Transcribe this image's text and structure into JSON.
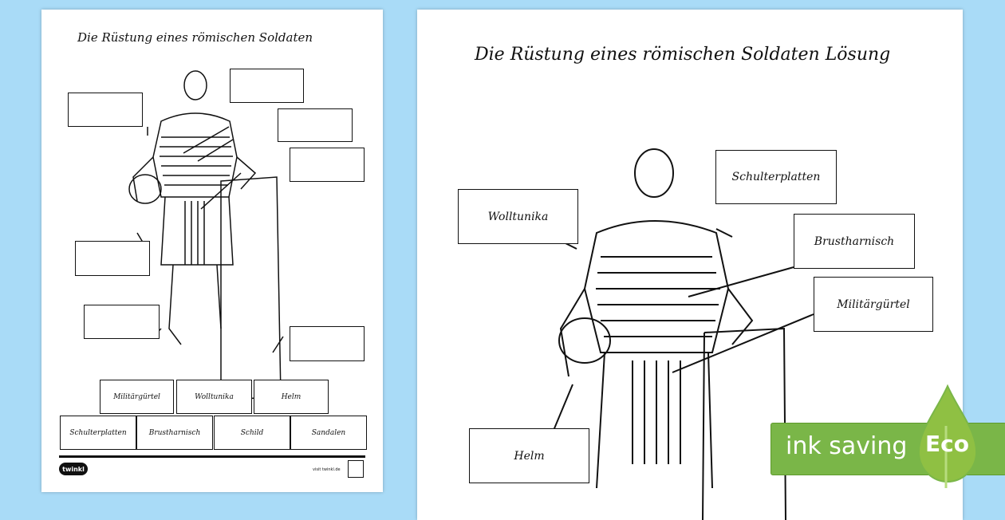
{
  "worksheet": {
    "title": "Die Rüstung eines römischen Soldaten",
    "word_bank": [
      "Militärgürtel",
      "Wolltunika",
      "Helm",
      "Schulterplatten",
      "Brustharnisch",
      "Schild",
      "Sandalen"
    ],
    "footer_logo": "twinkl",
    "footer_url": "visit twinkl.de"
  },
  "solution": {
    "title": "Die Rüstung eines römischen Soldaten Lösung",
    "labels": [
      "Wolltunika",
      "Schulterplatten",
      "Brustharnisch",
      "Militärgürtel",
      "Helm"
    ]
  },
  "eco_badge": {
    "text": "ink saving",
    "label": "Eco",
    "color": "#7ab648"
  }
}
